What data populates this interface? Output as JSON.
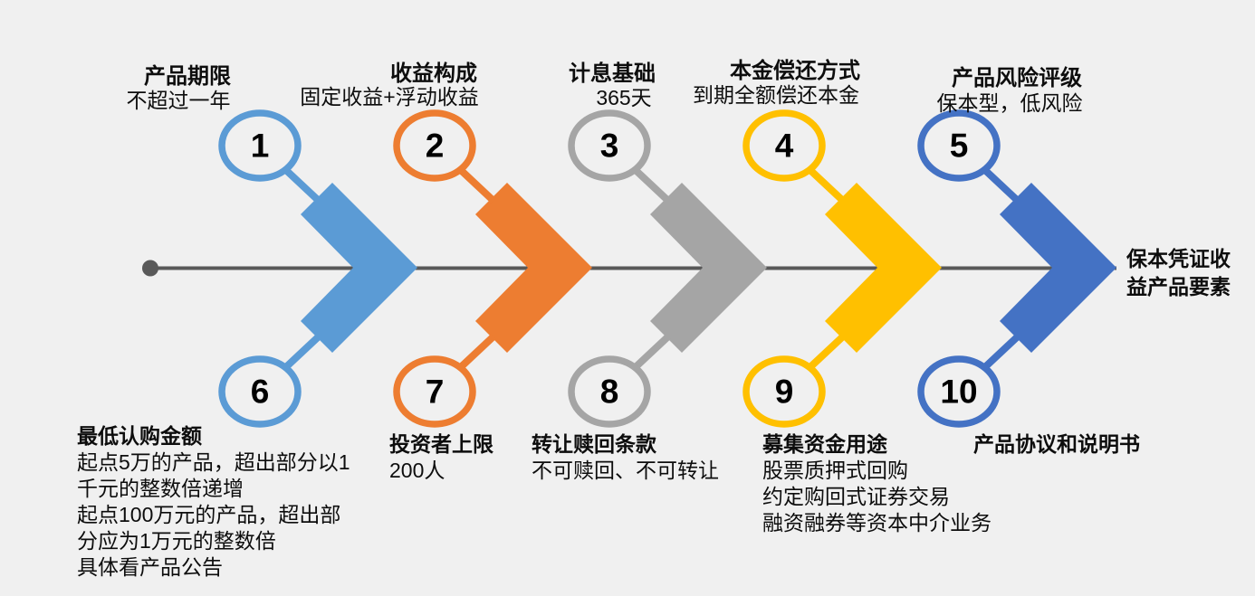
{
  "canvas": {
    "background": "#F0F0F0",
    "axis_color": "#595959"
  },
  "main_title": "保本凭证收益产品要素",
  "units": [
    {
      "color": "#5B9BD5",
      "top": {
        "number": "1",
        "title": "产品期限",
        "subtitle": "不超过一年"
      },
      "bottom": {
        "number": "6",
        "title": "最低认购金额",
        "lines": [
          "起点5万的产品，超出部分以1",
          "千元的整数倍递增",
          "起点100万元的产品，超出部",
          "分应为1万元的整数倍",
          "具体看产品公告"
        ]
      }
    },
    {
      "color": "#ED7D31",
      "top": {
        "number": "2",
        "title": "收益构成",
        "subtitle": "固定收益+浮动收益"
      },
      "bottom": {
        "number": "7",
        "title": "投资者上限",
        "lines": [
          "200人"
        ]
      }
    },
    {
      "color": "#A5A5A5",
      "top": {
        "number": "3",
        "title": "计息基础",
        "subtitle": "365天"
      },
      "bottom": {
        "number": "8",
        "title": "转让赎回条款",
        "lines": [
          "不可赎回、不可转让"
        ]
      }
    },
    {
      "color": "#FFC000",
      "top": {
        "number": "4",
        "title": "本金偿还方式",
        "subtitle": "到期全额偿还本金"
      },
      "bottom": {
        "number": "9",
        "title": "募集资金用途",
        "lines": [
          "股票质押式回购",
          "约定购回式证券交易",
          "融资融券等资本中介业务"
        ]
      }
    },
    {
      "color": "#4472C4",
      "top": {
        "number": "5",
        "title": "产品风险评级",
        "subtitle": "保本型，低风险"
      },
      "bottom": {
        "number": "10",
        "title": "产品协议和说明书",
        "lines": []
      }
    }
  ]
}
